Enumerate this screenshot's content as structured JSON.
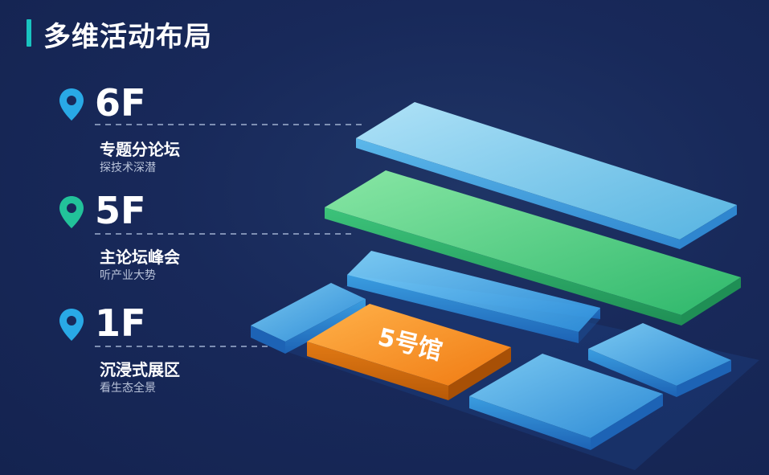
{
  "title": "多维活动布局",
  "floors": [
    {
      "number": "6F",
      "name": "专题分论坛",
      "desc": "探技术深潜",
      "pin_color": "#29a9e6"
    },
    {
      "number": "5F",
      "name": "主论坛峰会",
      "desc": "听产业大势",
      "pin_color": "#22c29a"
    },
    {
      "number": "1F",
      "name": "沉浸式展区",
      "desc": "看生态全景",
      "pin_color": "#29a9e6"
    }
  ],
  "hall_label": "5号馆",
  "colors": {
    "background": "#18295a",
    "accent": "#19c4c0",
    "floor_6f": "#7fd4f5",
    "floor_5f": "#38c878",
    "floor_1f_blocks": "#2f9be0",
    "hall": "#f08a1c"
  }
}
